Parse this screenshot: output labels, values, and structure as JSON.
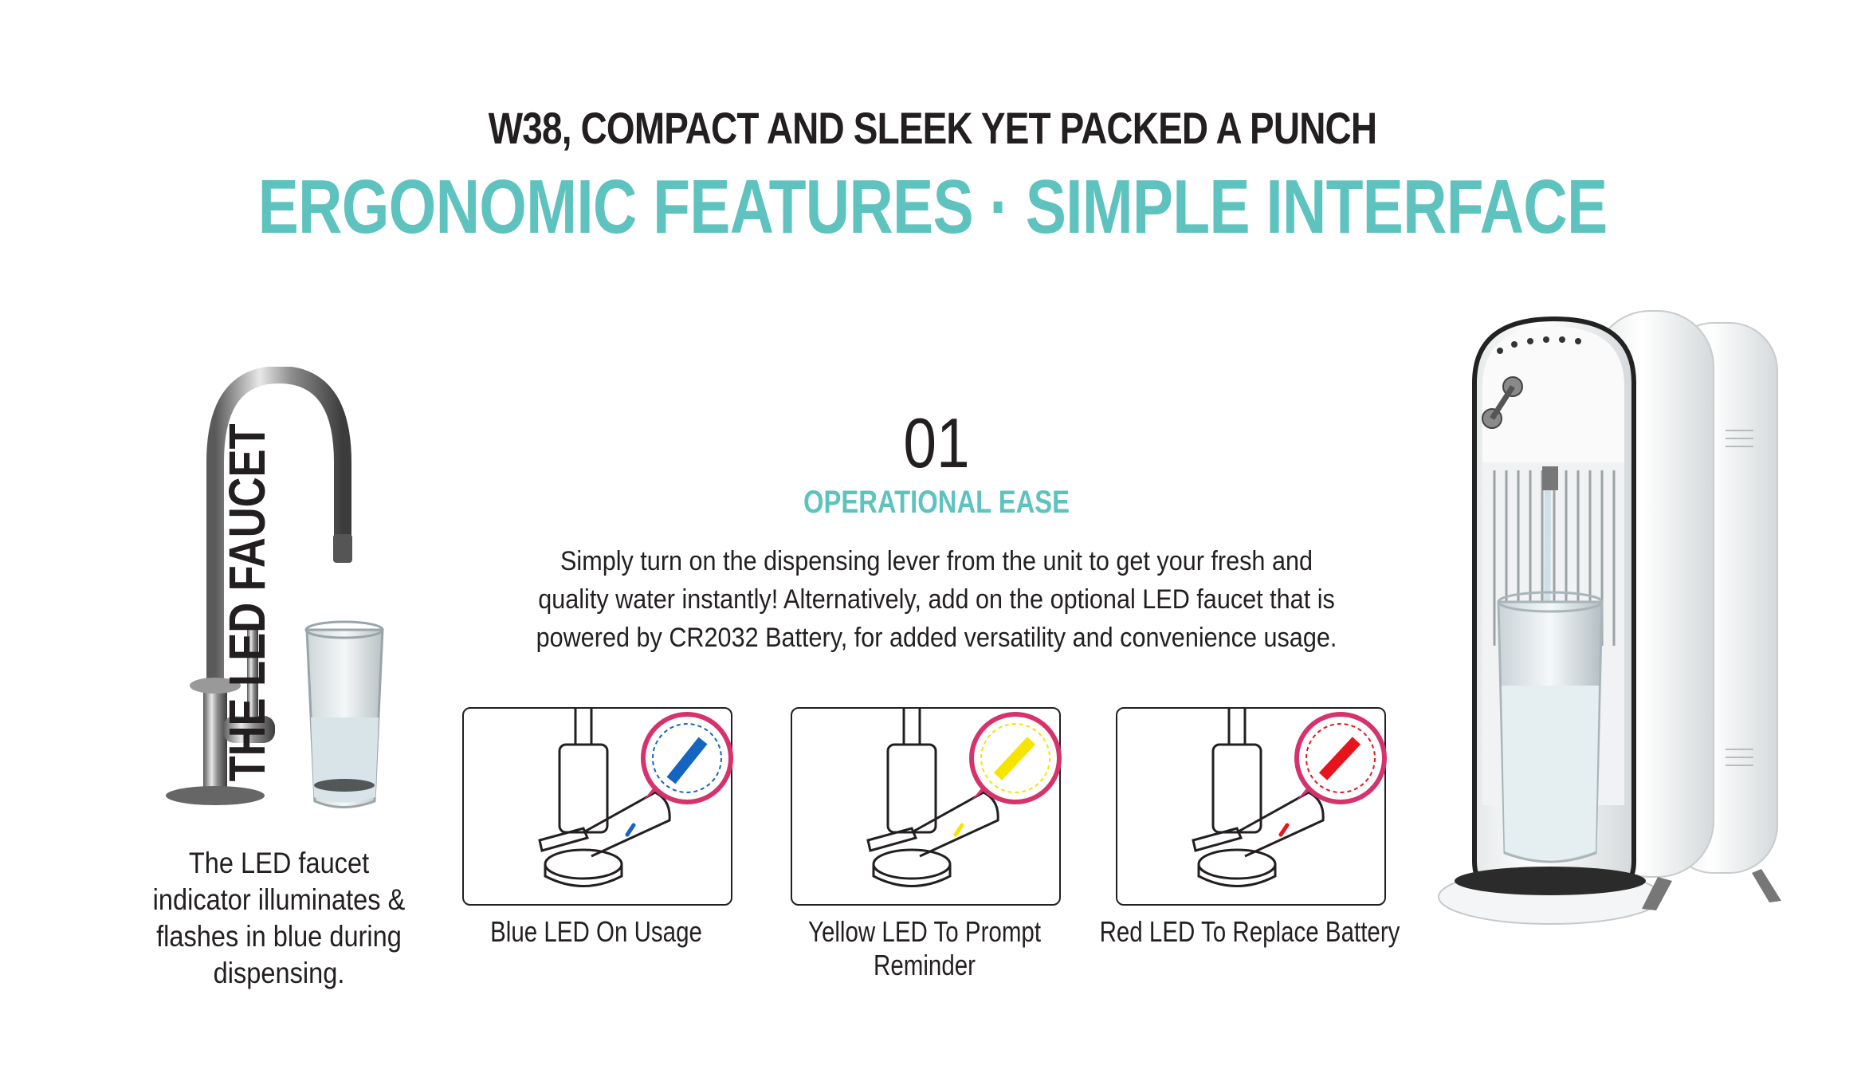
{
  "header": {
    "headline": "W38, COMPACT AND SLEEK YET PACKED A PUNCH",
    "subheadline": "ERGONOMIC FEATURES · SIMPLE INTERFACE"
  },
  "step": {
    "number": "01",
    "title": "OPERATIONAL EASE",
    "description": "Simply turn on the dispensing lever from the unit to get your fresh and quality water instantly! Alternatively, add on the optional LED faucet that is powered by CR2032 Battery, for added versatility and convenience usage."
  },
  "faucet_panel": {
    "vertical_title": "THE LED FAUCET",
    "caption": "The LED faucet indicator illuminates & flashes in blue during dispensing."
  },
  "led_states": [
    {
      "label": "Blue LED On Usage",
      "color": "#1565c0"
    },
    {
      "label": "Yellow LED To Prompt Reminder",
      "color": "#f5e400"
    },
    {
      "label": "Red LED To Replace Battery",
      "color": "#e8141c"
    }
  ],
  "colors": {
    "accent": "#5ec3be",
    "text": "#231f20",
    "callout": "#d6336c"
  }
}
